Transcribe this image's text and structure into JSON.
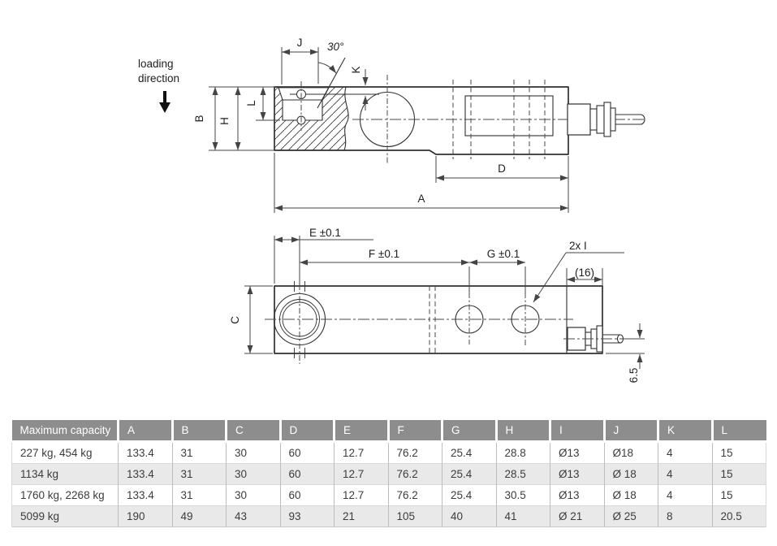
{
  "drawing": {
    "loading_direction": {
      "line1": "loading",
      "line2": "direction"
    },
    "side_view": {
      "dim_J": "J",
      "angle": "30°",
      "dim_K": "K",
      "dim_L": "L",
      "dim_B": "B",
      "dim_H": "H",
      "dim_D": "D",
      "dim_A": "A"
    },
    "bottom_view": {
      "dim_E": "E ±0.1",
      "dim_F": "F ±0.1",
      "dim_G": "G ±0.1",
      "holes_label": "2x I",
      "gland_length": "(16)",
      "dim_C": "C",
      "cable_offset": "6.5"
    }
  },
  "table": {
    "headers": [
      "Maximum capacity",
      "A",
      "B",
      "C",
      "D",
      "E",
      "F",
      "G",
      "H",
      "I",
      "J",
      "K",
      "L"
    ],
    "rows": [
      [
        "227 kg, 454 kg",
        "133.4",
        "31",
        "30",
        "60",
        "12.7",
        "76.2",
        "25.4",
        "28.8",
        "Ø13",
        "Ø18",
        "4",
        "15"
      ],
      [
        "1134 kg",
        "133.4",
        "31",
        "30",
        "60",
        "12.7",
        "76.2",
        "25.4",
        "28.5",
        "Ø13",
        "Ø 18",
        "4",
        "15"
      ],
      [
        "1760 kg, 2268 kg",
        "133.4",
        "31",
        "30",
        "60",
        "12.7",
        "76.2",
        "25.4",
        "30.5",
        "Ø13",
        "Ø 18",
        "4",
        "15"
      ],
      [
        "5099 kg",
        "190",
        "49",
        "43",
        "93",
        "21",
        "105",
        "40",
        "41",
        "Ø 21",
        "Ø 25",
        "8",
        "20.5"
      ]
    ]
  },
  "colors": {
    "header_bg": "#8d8d8d",
    "row_alt": "#e9e9e9",
    "line": "#303030"
  }
}
